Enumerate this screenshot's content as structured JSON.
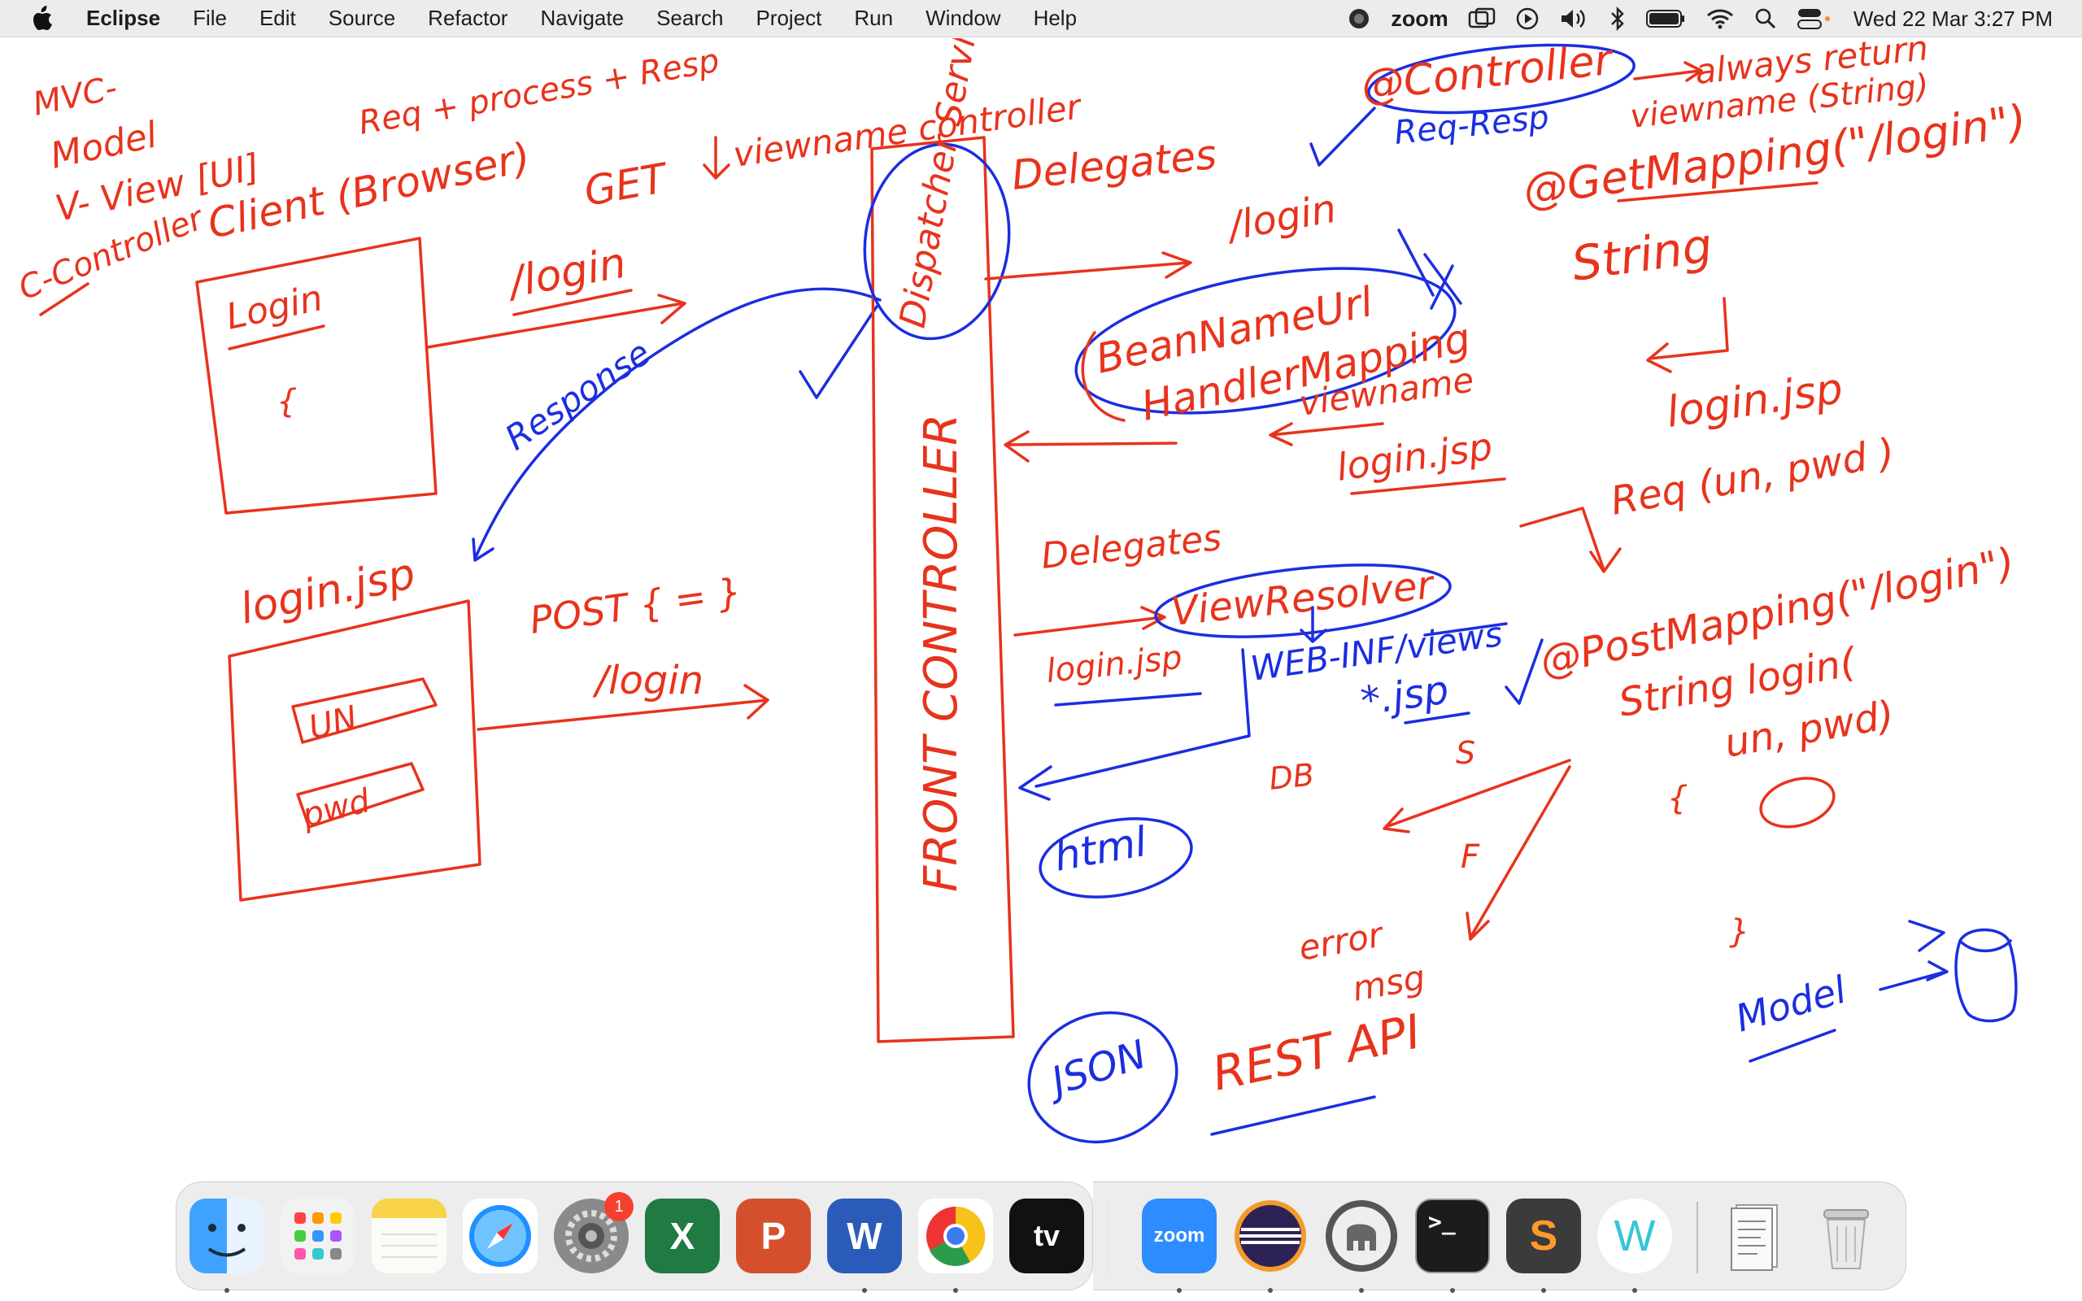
{
  "menubar": {
    "app_name": "Eclipse",
    "menus": [
      "File",
      "Edit",
      "Source",
      "Refactor",
      "Navigate",
      "Search",
      "Project",
      "Run",
      "Window",
      "Help"
    ],
    "status": {
      "zoom_label": "zoom",
      "datetime": "Wed 22 Mar  3:27 PM",
      "icons": [
        "screen-share-icon",
        "zoom-icon",
        "window-mirror-icon",
        "play-icon",
        "volume-icon",
        "bluetooth-icon",
        "battery-icon",
        "wifi-icon",
        "spotlight-search-icon",
        "control-center-icon"
      ]
    }
  },
  "whiteboard": {
    "ink_colors": {
      "red": "#e8331c",
      "blue": "#1b2ee0"
    },
    "notes": {
      "mvc": "MVC-",
      "model": "Model",
      "view": "V- View [UI]",
      "controller": "C-Controller",
      "req_process_resp": "Req + process + Resp",
      "client": "Client (Browser)",
      "get": "GET",
      "viewname_controller": "viewname controller",
      "login_path_1": "/login",
      "login_box": "Login",
      "login_box_curly": "{",
      "response": "Response",
      "login_jsp_1": "login.jsp",
      "post": "POST { = }",
      "login_path_2": "/login",
      "field_un": "UN",
      "field_pwd": "pwd",
      "dispatcher": "Dispatcher Servlet",
      "front_controller": "FRONT CONTROLLER",
      "delegates_1": "Delegates",
      "login_path_3": "/login",
      "bean_mapping_1": "BeanNameUrl",
      "bean_mapping_2": "HandlerMapping",
      "viewname": "viewname",
      "login_jsp_2": "login.jsp",
      "delegates_2": "Delegates",
      "view_resolver": "ViewResolver",
      "web_inf_views": "WEB-INF/views",
      "jsp_ext": "*.jsp",
      "login_jsp_3": "login.jsp",
      "db": "DB",
      "html": "html",
      "error_msg_1": "error",
      "error_msg_2": "msg",
      "json": "JSON",
      "rest_api": "REST API",
      "controller_anno": "@Controller",
      "req_resp": "Req-Resp",
      "always_return": "always return",
      "viewname_string": "viewname (String)",
      "get_mapping": "@GetMapping(\"/login\")",
      "string_kw": "String",
      "login_jsp_4": "login.jsp",
      "req_un_pwd": "Req (un, pwd )",
      "post_mapping": "@PostMapping(\"/login\")",
      "string_login": "String login(",
      "un_pwd": "un, pwd)",
      "open_brace": "{",
      "close_brace": "}",
      "s_label": "S",
      "f_label": "F"
    }
  },
  "dock": {
    "items": [
      {
        "name": "Finder",
        "icon": "finder-icon",
        "running": true
      },
      {
        "name": "Launchpad",
        "icon": "launchpad-icon",
        "running": false
      },
      {
        "name": "Notes",
        "icon": "notes-icon",
        "running": false
      },
      {
        "name": "Safari",
        "icon": "safari-icon",
        "running": false
      },
      {
        "name": "System Settings",
        "icon": "settings-icon",
        "running": false,
        "badge": "1"
      },
      {
        "name": "Excel",
        "icon": "excel-icon",
        "running": false,
        "letter": "X"
      },
      {
        "name": "PowerPoint",
        "icon": "powerpoint-icon",
        "running": false,
        "letter": "P"
      },
      {
        "name": "Word",
        "icon": "word-icon",
        "running": true,
        "letter": "W"
      },
      {
        "name": "Chrome",
        "icon": "chrome-icon",
        "running": true
      },
      {
        "name": "Apple TV",
        "icon": "appletv-icon",
        "running": false,
        "label": "tv"
      },
      {
        "name": "Zoom",
        "icon": "zoom-app-icon",
        "running": true,
        "label": "zoom"
      },
      {
        "name": "Eclipse",
        "icon": "eclipse-icon",
        "running": true
      },
      {
        "name": "Sequel Pro",
        "icon": "elephant-icon",
        "running": true
      },
      {
        "name": "Terminal",
        "icon": "terminal-icon",
        "running": true,
        "label": ">_"
      },
      {
        "name": "Sublime Text",
        "icon": "sublime-icon",
        "running": true,
        "letter": "S"
      },
      {
        "name": "Webex",
        "icon": "webex-icon",
        "running": true,
        "letter": "W"
      },
      {
        "name": "Downloads Stack",
        "icon": "document-stack-icon",
        "running": false
      },
      {
        "name": "Trash",
        "icon": "trash-icon",
        "running": false
      }
    ]
  }
}
